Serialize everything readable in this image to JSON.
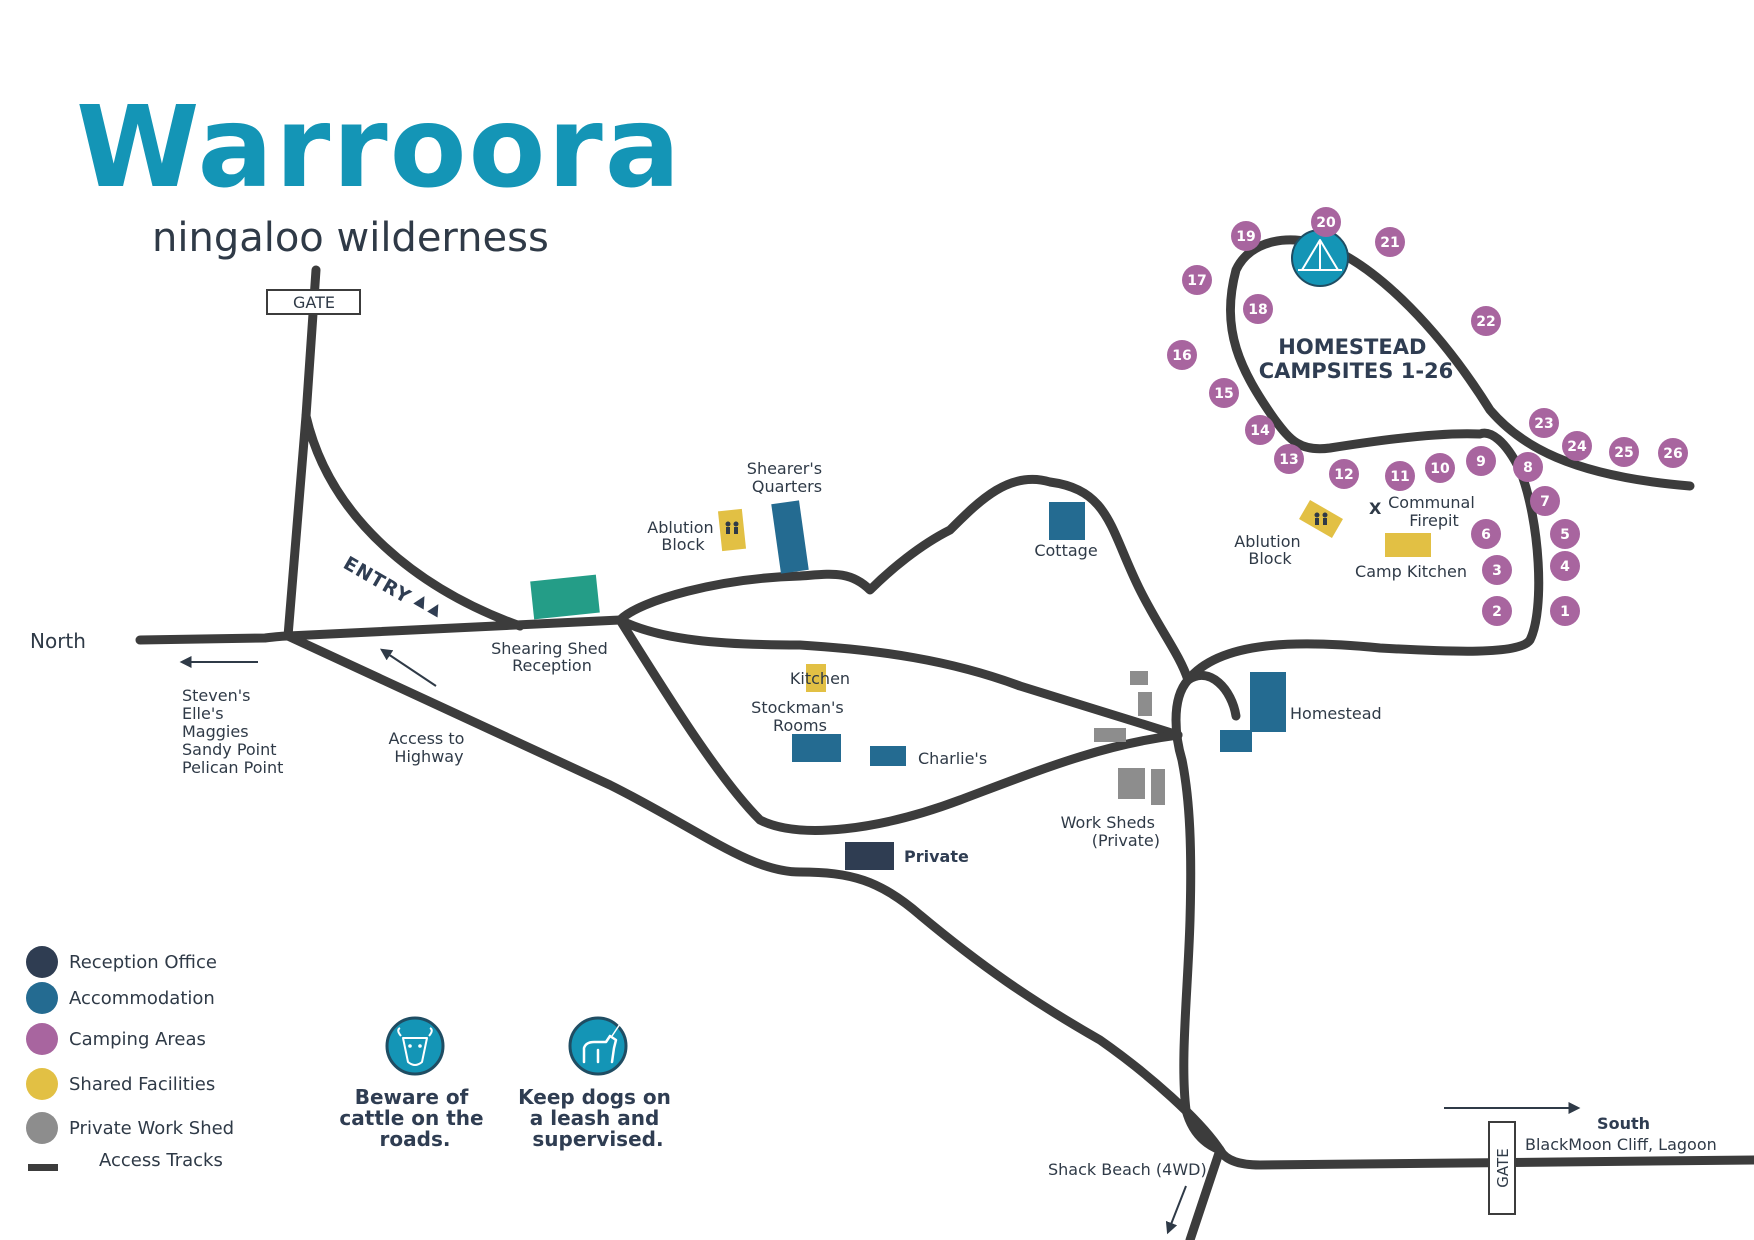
{
  "brand": {
    "title": "Warroora",
    "subtitle": "ningaloo wilderness"
  },
  "colors": {
    "track": "#3c3c3c",
    "brand_blue": "#1495b6",
    "reception": "#2f3d52",
    "accommodation": "#246b91",
    "camping": "#a8659f",
    "shared": "#e2c044",
    "private_shed": "#8d8d8d",
    "shearing_shed": "#249d87",
    "text": "#2f3a47"
  },
  "labels": {
    "north": "North",
    "gate_top": "GATE",
    "gate_bottom": "GATE",
    "entry": "ENTRY",
    "shearing_shed": [
      "Shearing Shed",
      "Reception"
    ],
    "shearers_quarters": [
      "Shearer's",
      "Quarters"
    ],
    "ablution_block_1": [
      "Ablution",
      "Block"
    ],
    "cottage": "Cottage",
    "kitchen": "Kitchen",
    "stockmans_rooms": [
      "Stockman's",
      "Rooms"
    ],
    "charlies": "Charlie's",
    "private": "Private",
    "homestead": "Homestead",
    "work_sheds": [
      "Work Sheds",
      "(Private)"
    ],
    "access_highway": [
      "Access to",
      "Highway"
    ],
    "west_destinations": [
      "Steven's",
      "Elle's",
      "Maggies",
      "Sandy Point",
      "Pelican Point"
    ],
    "homestead_campsites": [
      "HOMESTEAD",
      "CAMPSITES 1-26"
    ],
    "ablution_block_2": [
      "Ablution",
      "Block"
    ],
    "communal_firepit_marker": "X",
    "communal_firepit": [
      "Communal",
      "Firepit"
    ],
    "camp_kitchen": "Camp Kitchen",
    "shack_beach": "Shack Beach (4WD)",
    "south": "South",
    "south_destinations": "BlackMoon Cliff, Lagoon"
  },
  "notices": {
    "cattle": [
      "Beware of",
      "cattle on the",
      "roads."
    ],
    "dogs": [
      "Keep dogs on",
      "a leash and",
      "supervised."
    ]
  },
  "campsites": [
    "1",
    "2",
    "3",
    "4",
    "5",
    "6",
    "7",
    "8",
    "9",
    "10",
    "11",
    "12",
    "13",
    "14",
    "15",
    "16",
    "17",
    "18",
    "19",
    "20",
    "21",
    "22",
    "23",
    "24",
    "25",
    "26"
  ],
  "legend": [
    {
      "label": "Reception Office",
      "kind": "dot",
      "color": "#2f3d52"
    },
    {
      "label": "Accommodation",
      "kind": "dot",
      "color": "#246b91"
    },
    {
      "label": "Camping Areas",
      "kind": "dot",
      "color": "#a8659f"
    },
    {
      "label": "Shared Facilities",
      "kind": "dot",
      "color": "#e2c044"
    },
    {
      "label": "Private Work Shed",
      "kind": "dot",
      "color": "#8d8d8d"
    },
    {
      "label": "Access Tracks",
      "kind": "bar",
      "color": "#3c3c3c"
    }
  ]
}
